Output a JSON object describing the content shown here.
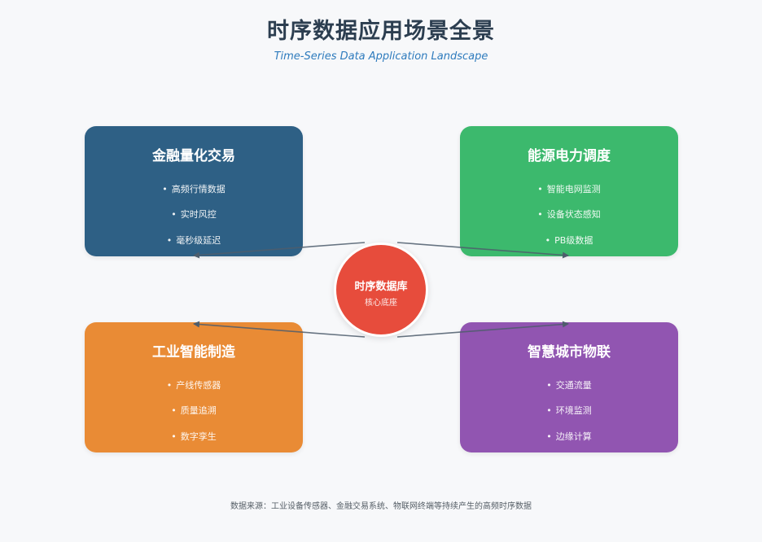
{
  "title": "时序数据应用场景全景",
  "subtitle": "Time-Series Data Application Landscape",
  "hub": {
    "title": "时序数据库",
    "subtitle": "核心底座",
    "color": "#e74c3c"
  },
  "cards": {
    "finance": {
      "title": "金融量化交易",
      "color": "#2e6085",
      "items": [
        "高频行情数据",
        "实时风控",
        "毫秒级延迟"
      ]
    },
    "energy": {
      "title": "能源电力调度",
      "color": "#3cb96d",
      "items": [
        "智能电网监测",
        "设备状态感知",
        "PB级数据"
      ]
    },
    "industry": {
      "title": "工业智能制造",
      "color": "#e98b35",
      "items": [
        "产线传感器",
        "质量追溯",
        "数字孪生"
      ]
    },
    "city": {
      "title": "智慧城市物联",
      "color": "#9155b1",
      "items": [
        "交通流量",
        "环境监测",
        "边缘计算"
      ]
    }
  },
  "bullet": "•",
  "footer": "数据来源：工业设备传感器、金融交易系统、物联网终端等持续产生的高频时序数据"
}
